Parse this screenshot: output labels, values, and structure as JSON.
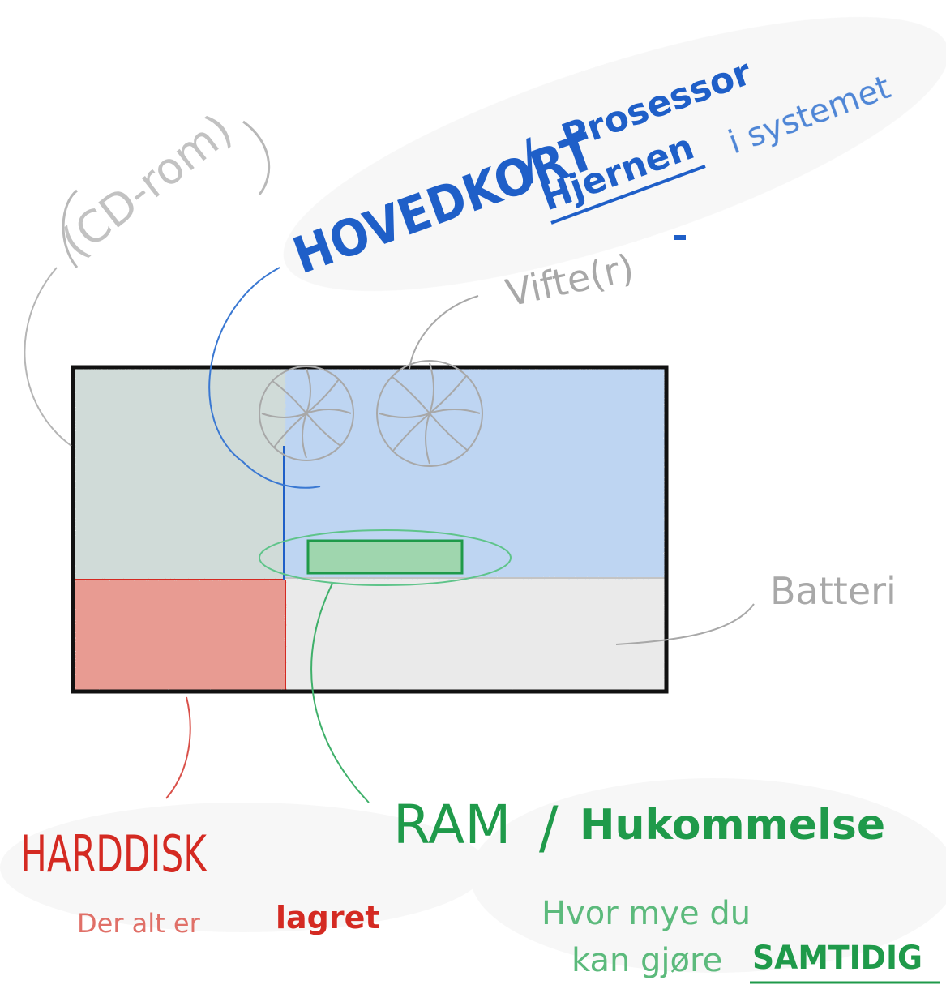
{
  "labels": {
    "cdrom": "(CD-rom)",
    "motherboard": "HOVEDKORT",
    "processor": "Prosessor",
    "brain": "Hjernen",
    "brain_rest": "i systemet",
    "fans": "Vifte(r)",
    "battery": "Batteri",
    "harddisk": "HARDDISK",
    "harddisk_note_a": "Der alt er",
    "harddisk_note_b": "lagret",
    "ram": "RAM",
    "memory": "Hukommelse",
    "ram_note_1": "Hvor mye du",
    "ram_note_2": "kan gjøre",
    "ram_note_3": "SAMTIDIG",
    "slash": "/"
  },
  "colors": {
    "blue": "#1f5fc8",
    "blue_fill": "#a9c8ee",
    "yellow_fill": "#e9dc9a",
    "red": "#d42a22",
    "red_fill": "#e58a80",
    "green": "#1f9a4a",
    "green_fill": "#9fd6ae",
    "gray": "#a8a8a8",
    "gray_fill": "#e6e6e6",
    "frame": "#111111"
  }
}
